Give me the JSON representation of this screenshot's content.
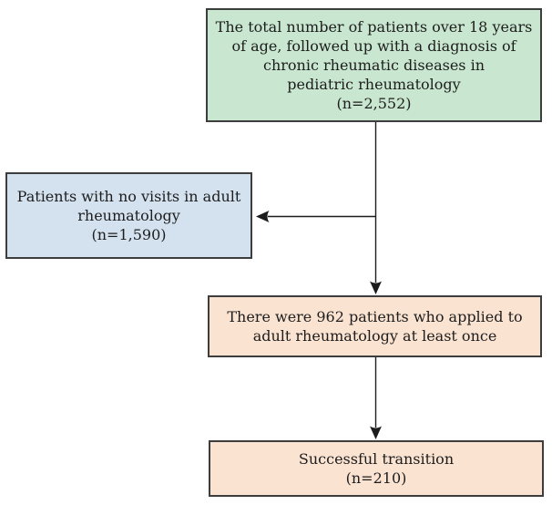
{
  "diagram": {
    "type": "flowchart",
    "boxes": {
      "total": {
        "name": "total-patients",
        "fill": "#c9e7d0",
        "lines": [
          "The total number of patients over 18 years",
          "of age, followed up with a diagnosis of",
          "chronic rheumatic diseases in",
          "pediatric rheumatology",
          "(n=2,552)"
        ],
        "n": 2552
      },
      "no_visits": {
        "name": "no-adult-visits",
        "fill": "#d4e1ef",
        "lines": [
          "Patients with no visits in adult",
          "rheumatology",
          "(n=1,590)"
        ],
        "n": 1590
      },
      "applied": {
        "name": "applied-at-least-once",
        "fill": "#fbe3d2",
        "lines": [
          "There were 962 patients who applied to",
          "adult rheumatology at least once"
        ],
        "n": 962
      },
      "transition": {
        "name": "successful-transition",
        "fill": "#fbe3d2",
        "lines": [
          "Successful transition",
          "(n=210)"
        ],
        "n": 210
      }
    },
    "connectors": [
      {
        "from": "total",
        "to": "applied",
        "style": "arrow-down"
      },
      {
        "from": "total-applied-stem",
        "to": "no_visits",
        "style": "arrow-left"
      },
      {
        "from": "applied",
        "to": "transition",
        "style": "arrow-down"
      }
    ],
    "colors": {
      "box_border": "#3d3d3d",
      "arrow": "#1c1c1c",
      "text": "#1d1d1d",
      "green_fill": "#c9e7d0",
      "blue_fill": "#d4e1ef",
      "peach_fill": "#fbe3d2",
      "background": "#ffffff"
    }
  }
}
